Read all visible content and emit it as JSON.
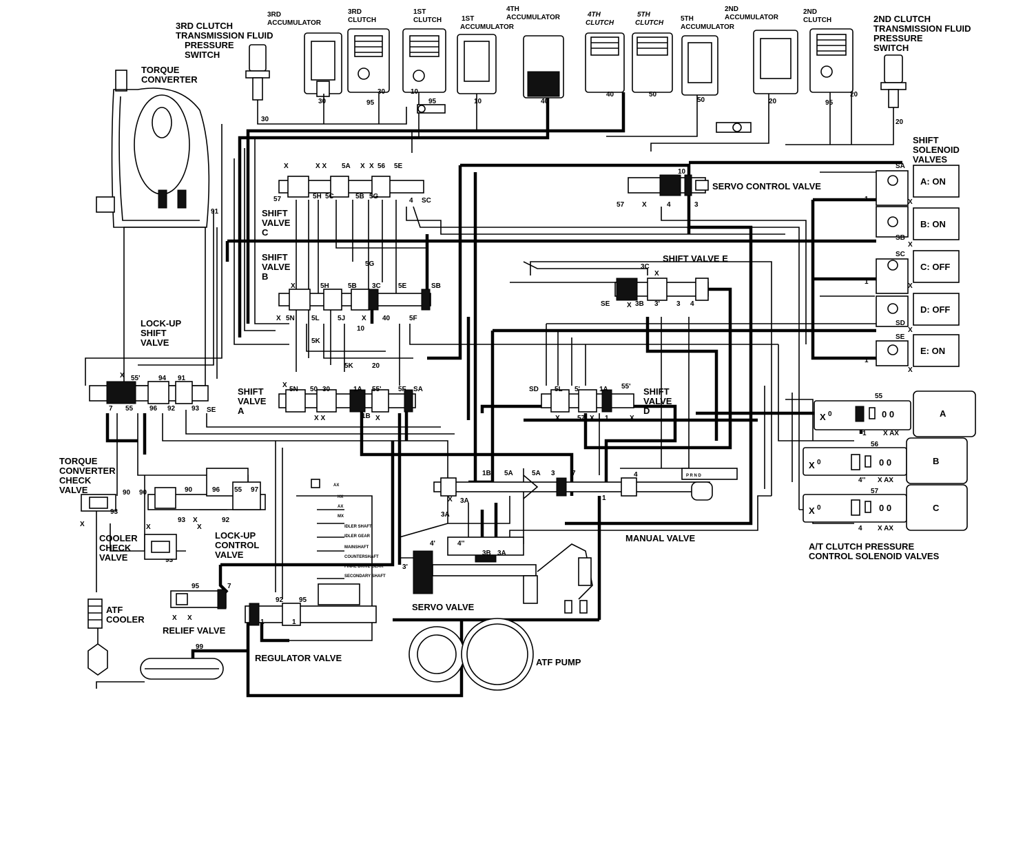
{
  "labels": {
    "c3_switch": [
      "3RD CLUTCH",
      "TRANSMISSION FLUID",
      "PRESSURE",
      "SWITCH"
    ],
    "c3_acc": [
      "3RD",
      "ACCUMULATOR"
    ],
    "c3": [
      "3RD",
      "CLUTCH"
    ],
    "c1": [
      "1ST",
      "CLUTCH"
    ],
    "c1_acc": [
      "1ST",
      "ACCUMULATOR"
    ],
    "c4_acc": [
      "4TH",
      "ACCUMULATOR"
    ],
    "c4": [
      "4TH",
      "CLUTCH"
    ],
    "c5": [
      "5TH",
      "CLUTCH"
    ],
    "c5_acc": [
      "5TH",
      "ACCUMULATOR"
    ],
    "c2_acc": [
      "2ND",
      "ACCUMULATOR"
    ],
    "c2": [
      "2ND",
      "CLUTCH"
    ],
    "c2_switch": [
      "2ND CLUTCH",
      "TRANSMISSION FLUID",
      "PRESSURE",
      "SWITCH"
    ],
    "torque_converter": [
      "TORQUE",
      "CONVERTER"
    ],
    "shift_solenoid_valves": [
      "SHIFT",
      "SOLENOID",
      "VALVES"
    ],
    "servo_control_valve": "SERVO CONTROL VALVE",
    "shift_valve_c": [
      "SHIFT",
      "VALVE",
      "C"
    ],
    "shift_valve_b": [
      "SHIFT",
      "VALVE",
      "B"
    ],
    "shift_valve_e": "SHIFT VALVE E",
    "shift_valve_a": [
      "SHIFT",
      "VALVE",
      "A"
    ],
    "shift_valve_d": [
      "SHIFT",
      "VALVE",
      "D"
    ],
    "lockup_shift_valve": [
      "LOCK-UP",
      "SHIFT",
      "VALVE"
    ],
    "tc_check_valve": [
      "TORQUE",
      "CONVERTER",
      "CHECK",
      "VALVE"
    ],
    "cooler_check_valve": [
      "COOLER",
      "CHECK",
      "VALVE"
    ],
    "lockup_control_valve": [
      "LOCK-UP",
      "CONTROL",
      "VALVE"
    ],
    "manual_valve": "MANUAL VALVE",
    "at_clutch_solenoids": [
      "A/T CLUTCH PRESSURE",
      "CONTROL SOLENOID VALVES"
    ],
    "servo_valve": "SERVO VALVE",
    "atf_cooler": [
      "ATF",
      "COOLER"
    ],
    "relief_valve": "RELIEF VALVE",
    "regulator_valve": "REGULATOR VALVE",
    "atf_pump": "ATF PUMP"
  },
  "shafts": [
    "IDLER SHAFT",
    "IDLER GEAR",
    "MAINSHAFT",
    "COUNTERSHAFT",
    "FINAL DRIVE GEAR",
    "SECONDARY SHAFT"
  ],
  "shaft_marks": [
    "AX",
    "HX",
    "AX",
    "MX"
  ],
  "shift_solenoids": [
    {
      "label": "A: ON",
      "port": "SA"
    },
    {
      "label": "B: ON",
      "port": "SB"
    },
    {
      "label": "C: OFF",
      "port": "SC"
    },
    {
      "label": "D: OFF",
      "port": "SD"
    },
    {
      "label": "E: ON",
      "port": "SE"
    }
  ],
  "clutch_solenoids": [
    {
      "label": "A",
      "port": "55",
      "bottom": "1",
      "marks": "X AX"
    },
    {
      "label": "B",
      "port": "56",
      "bottom": "4''",
      "marks": "X AX"
    },
    {
      "label": "C",
      "port": "57",
      "bottom": "4",
      "marks": "X AX"
    }
  ],
  "top_ports": {
    "p30a": "30",
    "p30b": "30",
    "p95a": "95",
    "p30c": "30",
    "p10a": "10",
    "p95b": "95",
    "p10b": "10",
    "p40a": "40",
    "p40b": "40",
    "p50a": "50",
    "p50b": "50",
    "p20a": "20",
    "p95c": "95",
    "p20b": "20",
    "p20c": "20",
    "p91": "91",
    "p94": "94",
    "p90": "90"
  },
  "ports_c": [
    "X",
    "X X",
    "5A",
    "X",
    "X",
    "56",
    "5E",
    "57",
    "5H",
    "5C",
    "5B",
    "5G",
    "4",
    "SC"
  ],
  "ports_b": [
    "5G",
    "X",
    "5H",
    "5B",
    "3C",
    "5E",
    "SB",
    "X",
    "5N",
    "5L",
    "5J",
    "X",
    "40",
    "5F",
    "10",
    "5K",
    "5K",
    "20"
  ],
  "ports_servo_ctrl": [
    "10",
    "57",
    "X",
    "4",
    "3"
  ],
  "ports_e": [
    "3C",
    "X",
    "SE",
    "X",
    "3B",
    "3'",
    "3",
    "4"
  ],
  "ports_lockup_shift": [
    "X",
    "55'",
    "94",
    "91",
    "7",
    "55",
    "96",
    "92",
    "93",
    "SE"
  ],
  "ports_a": [
    "X",
    "5N",
    "50",
    "30",
    "1A",
    "55'",
    "5F",
    "SA",
    "X X",
    "1B",
    "X"
  ],
  "ports_d": [
    "SD",
    "5L",
    "5'",
    "1A",
    "55'",
    "X",
    "57",
    "X",
    "1",
    "X"
  ],
  "ports_lockup_ctrl": [
    "90",
    "90",
    "96",
    "55",
    "97",
    "93",
    "92",
    "X",
    "X",
    "X",
    "93"
  ],
  "ports_tc_check": [
    "90",
    "93",
    "X"
  ],
  "ports_manual": [
    "1B",
    "5A",
    "5A",
    "3",
    "7",
    "4",
    "X",
    "3A",
    "3A",
    "1"
  ],
  "ports_servo": [
    "4'",
    "4''",
    "3B",
    "3A",
    "3'"
  ],
  "ports_relief": [
    "95",
    "7",
    "X",
    "X"
  ],
  "ports_regulator": [
    "92",
    "95",
    "1",
    "1",
    "99"
  ]
}
